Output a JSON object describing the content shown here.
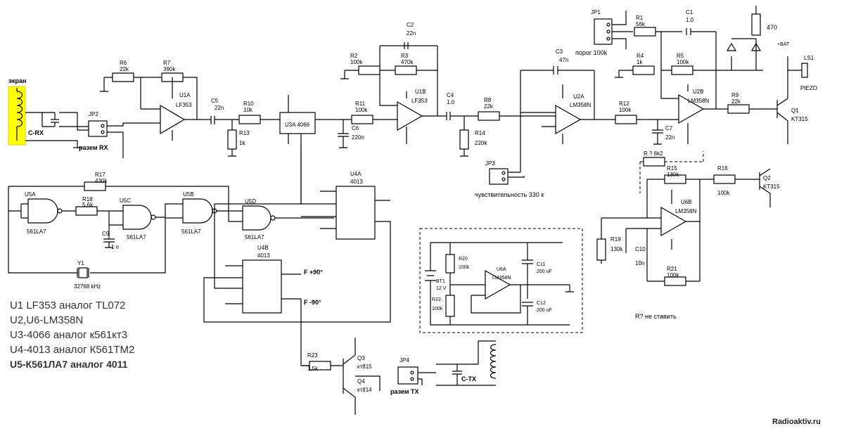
{
  "labels": {
    "ekran": "экран",
    "c_rx": "C-RX",
    "razem_rx": "разем RX",
    "razem_tx": "разем TX",
    "c_tx": "C-TX",
    "porog": "порог 100k",
    "chuvst": "чувствительность 330 к",
    "f_plus": "F +90°",
    "f_minus": "F -90°",
    "r_ne": "R? не ставить",
    "bat": "+BAT",
    "piezo": "PIEZO",
    "r470": "470"
  },
  "notes": [
    "U1 LF353 аналог TL072",
    "U2,U6-LM358N",
    "U3-4066 аналог к561кт3",
    "U4-4013 аналог К561ТМ2",
    "U5-К561ЛА7 аналог 4011"
  ],
  "components": {
    "u1a": {
      "ref": "U1A",
      "part": "LF353"
    },
    "u1b": {
      "ref": "U1B",
      "part": "LF353"
    },
    "u2a": {
      "ref": "U2A",
      "part": "LM358N"
    },
    "u2b": {
      "ref": "U2B",
      "part": "LM358N"
    },
    "u6b": {
      "ref": "U6B",
      "part": "LM358N"
    },
    "u6a": {
      "ref": "U6A",
      "part": "LM358N"
    },
    "u3a": {
      "ref": "U3A 4066"
    },
    "u4a": {
      "ref": "U4A",
      "part": "4013"
    },
    "u4b": {
      "ref": "U4B",
      "part": "4013"
    },
    "u5a": {
      "ref": "U5A",
      "part": "561LA7"
    },
    "u5b": {
      "ref": "U5B",
      "part": "561LA7"
    },
    "u5c": {
      "ref": "U5C",
      "part": "561LA7"
    },
    "u5d": {
      "ref": "U5D",
      "part": "561LA7"
    },
    "r1": {
      "ref": "R1",
      "val": "56k"
    },
    "r2": {
      "ref": "R2",
      "val": "100k"
    },
    "r3": {
      "ref": "R3",
      "val": "470k"
    },
    "r4": {
      "ref": "R4",
      "val": "1k"
    },
    "r5": {
      "ref": "R5",
      "val": "100k"
    },
    "r6": {
      "ref": "R6",
      "val": "22k"
    },
    "r7": {
      "ref": "R7",
      "val": "390k"
    },
    "r8": {
      "ref": "R8",
      "val": "22k"
    },
    "r9": {
      "ref": "R9",
      "val": "22k"
    },
    "r10": {
      "ref": "R10",
      "val": "10k"
    },
    "r11": {
      "ref": "R11",
      "val": "100k"
    },
    "r12": {
      "ref": "R12",
      "val": "100k"
    },
    "r13": {
      "ref": "R13",
      "val": "1k"
    },
    "r14": {
      "ref": "R14",
      "val": "220k"
    },
    "r15": {
      "ref": "R15",
      "val": "130k"
    },
    "r16": {
      "ref": "R16",
      "val": "100k"
    },
    "r17": {
      "ref": "R17",
      "val": "430k"
    },
    "r18": {
      "ref": "R18",
      "val": "5,6k"
    },
    "r19": {
      "ref": "R19",
      "val": "130k"
    },
    "r20": {
      "ref": "R20",
      "val": "100k"
    },
    "r21": {
      "ref": "R21",
      "val": "100k"
    },
    "r22": {
      "ref": "R22",
      "val": "100k"
    },
    "r23": {
      "ref": "R23",
      "val": "1,5k"
    },
    "rq": {
      "ref": "R ? 8k2"
    },
    "c1": {
      "ref": "C1",
      "val": "1.0"
    },
    "c2": {
      "ref": "C2",
      "val": "22n"
    },
    "c3": {
      "ref": "C3",
      "val": "47n"
    },
    "c4": {
      "ref": "C4",
      "val": "1.0"
    },
    "c5": {
      "ref": "C5",
      "val": "22n"
    },
    "c6": {
      "ref": "C6",
      "val": "220n"
    },
    "c7": {
      "ref": "C7",
      "val": "22n"
    },
    "c9": {
      "ref": "C9",
      "val": "1 п"
    },
    "c10": {
      "ref": "C10",
      "val": "10n"
    },
    "c11": {
      "ref": "C11",
      "val": "200 uF"
    },
    "c12": {
      "ref": "C12",
      "val": "200 uF"
    },
    "bt1": {
      "ref": "BT1",
      "val": "12 V"
    },
    "y1": {
      "ref": "Y1",
      "val": "32768 kHz"
    },
    "q1": {
      "ref": "Q1",
      "part": "KT315"
    },
    "q2": {
      "ref": "Q2",
      "part": "KT315"
    },
    "q3": {
      "ref": "Q3",
      "part": "кт815"
    },
    "q4": {
      "ref": "Q4",
      "part": "кт814"
    },
    "jp1": {
      "ref": "JP1"
    },
    "jp2": {
      "ref": "JP2"
    },
    "jp3": {
      "ref": "JP3"
    },
    "jp4": {
      "ref": "JP4"
    },
    "ls1": {
      "ref": "LS1"
    }
  },
  "footer": "Radioaktiv.ru"
}
